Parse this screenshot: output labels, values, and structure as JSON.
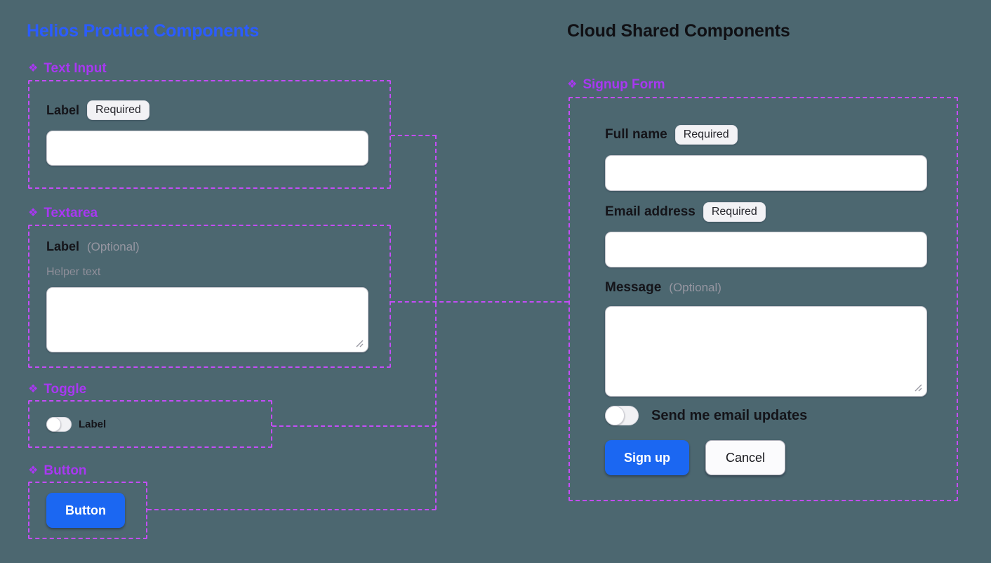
{
  "colors": {
    "canvas_bg": "#4C6770",
    "left_title_blue": "#2B5CFF",
    "component_purple": "#A838F2",
    "wire_purple": "#C44DF7",
    "primary_button_blue": "#1B67F2"
  },
  "icons": {
    "component_glyph": "❖",
    "resize_handle": "diagonal-grip"
  },
  "left_panel": {
    "title": "Helios Product Components",
    "text_input": {
      "header": "Text Input",
      "label": "Label",
      "badge": "Required",
      "input_value": ""
    },
    "textarea": {
      "header": "Textarea",
      "label": "Label",
      "optional": "(Optional)",
      "helper": "Helper text",
      "textarea_value": ""
    },
    "toggle": {
      "header": "Toggle",
      "label": "Label",
      "state": "off"
    },
    "button": {
      "header": "Button",
      "text": "Button"
    }
  },
  "right_panel": {
    "title": "Cloud Shared Components",
    "signup_form": {
      "header": "Signup Form",
      "full_name": {
        "label": "Full name",
        "badge": "Required",
        "input_value": ""
      },
      "email": {
        "label": "Email address",
        "badge": "Required",
        "input_value": ""
      },
      "message": {
        "label": "Message",
        "optional": "(Optional)",
        "textarea_value": ""
      },
      "email_updates_toggle": {
        "label": "Send me email updates",
        "state": "off"
      },
      "signup_button": "Sign up",
      "cancel_button": "Cancel"
    }
  }
}
